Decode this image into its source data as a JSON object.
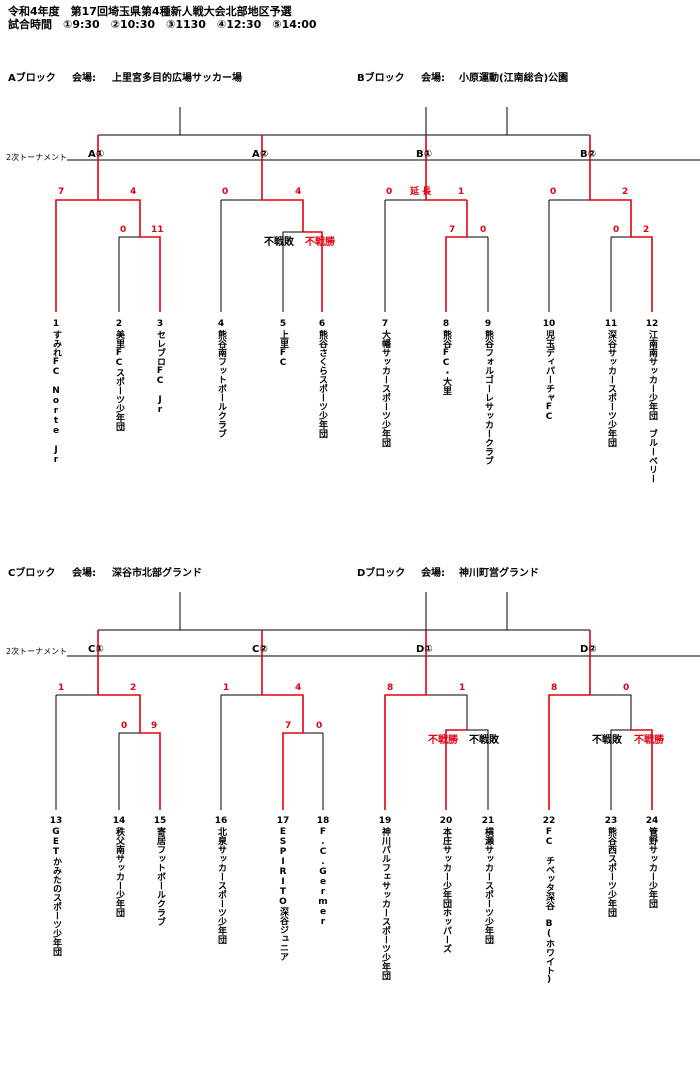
{
  "header": {
    "title": "令和4年度　第17回埼玉県第4種新人戦大会北部地区予選",
    "times": "試合時間　①9:30　②10:30　③1130　④12:30　⑤14:00"
  },
  "common": {
    "second_tournament": "2次トーナメント"
  },
  "blocks": [
    {
      "name": "Aブロック",
      "venue_label": "会場:",
      "venue": "上里宮多目的広場サッカー場",
      "sf_left": "A①",
      "sf_right": "A②",
      "scores": [
        "7",
        "4",
        "0",
        "11",
        "0",
        "4"
      ],
      "statuses": [
        "不戦敗",
        "不戦勝"
      ],
      "teams": [
        {
          "num": "1",
          "name": "すみれFC　Norte　Jr"
        },
        {
          "num": "2",
          "name": "美里FCスポーツ少年団"
        },
        {
          "num": "3",
          "name": "セレブロFC　Jr"
        },
        {
          "num": "4",
          "name": "熊谷南フットボールクラブ"
        },
        {
          "num": "5",
          "name": "上里FC"
        },
        {
          "num": "6",
          "name": "熊谷さくらスポーツ少年団"
        }
      ]
    },
    {
      "name": "Bブロック",
      "venue_label": "会場:",
      "venue": "小原運動(江南総合)公園",
      "sf_left": "B①",
      "sf_right": "B②",
      "scores": [
        "0",
        "1",
        "7",
        "0",
        "0",
        "2",
        "0",
        "2"
      ],
      "extra": "延 長",
      "teams": [
        {
          "num": "7",
          "name": "大幡サッカースポーツ少年団"
        },
        {
          "num": "8",
          "name": "熊谷FC・大里"
        },
        {
          "num": "9",
          "name": "熊谷フォルゴーレサッカークラブ"
        },
        {
          "num": "10",
          "name": "児玉ディパーチャFC"
        },
        {
          "num": "11",
          "name": "深谷サッカースポーツ少年団"
        },
        {
          "num": "12",
          "name": "江南南サッカー少年団　ブルーベリー"
        }
      ]
    },
    {
      "name": "Cブロック",
      "venue_label": "会場:",
      "venue": "深谷市北部グランド",
      "sf_left": "C①",
      "sf_right": "C②",
      "scores": [
        "1",
        "2",
        "0",
        "9",
        "1",
        "4",
        "7",
        "0"
      ],
      "teams": [
        {
          "num": "13",
          "name": "GETかみたのスポーツ少年団"
        },
        {
          "num": "14",
          "name": "秩父南サッカー少年団"
        },
        {
          "num": "15",
          "name": "寄居フットボールクラブ"
        },
        {
          "num": "16",
          "name": "北泉サッカースポーツ少年団"
        },
        {
          "num": "17",
          "name": "ESPIRITO深谷ジュニア"
        },
        {
          "num": "18",
          "name": "F.C.Germer"
        }
      ]
    },
    {
      "name": "Dブロック",
      "venue_label": "会場:",
      "venue": "神川町営グランド",
      "sf_left": "D①",
      "sf_right": "D②",
      "scores": [
        "8",
        "1",
        "8",
        "0"
      ],
      "statuses": [
        "不戦勝",
        "不戦敗",
        "不戦敗",
        "不戦勝"
      ],
      "teams": [
        {
          "num": "19",
          "name": "神川パルフェサッカースポーツ少年団"
        },
        {
          "num": "20",
          "name": "本庄サッカー少年団ホッパーズ"
        },
        {
          "num": "21",
          "name": "横瀬サッカースポーツ少年団"
        },
        {
          "num": "22",
          "name": "FC　チベッタ深谷　B(ホワイト)"
        },
        {
          "num": "23",
          "name": "熊谷西スポーツ少年団"
        },
        {
          "num": "24",
          "name": "管野サッカー少年団"
        }
      ]
    }
  ]
}
